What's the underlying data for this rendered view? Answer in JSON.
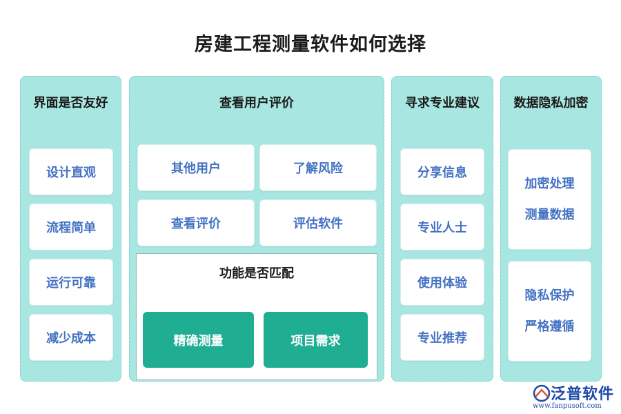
{
  "title": "房建工程测量软件如何选择",
  "columns": [
    {
      "heading": "界面是否友好",
      "items": [
        "设计直观",
        "流程简单",
        "运行可靠",
        "减少成本"
      ]
    },
    {
      "heading": "查看用户评价",
      "items": [
        "其他用户",
        "了解风险",
        "查看评价",
        "评估软件"
      ],
      "sub_panel": {
        "heading": "功能是否匹配",
        "buttons": [
          "精确测量",
          "项目需求"
        ]
      }
    },
    {
      "heading": "寻求专业建议",
      "items": [
        "分享信息",
        "专业人士",
        "使用体验",
        "专业推荐"
      ]
    },
    {
      "heading": "数据隐私加密",
      "items": [
        {
          "line1": "加密处理",
          "line2": "测量数据"
        },
        {
          "line1": "隐私保护",
          "line2": "严格遵循"
        }
      ]
    }
  ],
  "logo": {
    "name": "泛普软件",
    "url": "www.fanpusoft.com"
  },
  "colors": {
    "column_bg": "#a8e6e1",
    "card_text": "#4472c4",
    "green_button": "#1fae92",
    "logo_blue": "#1f4aa8"
  }
}
